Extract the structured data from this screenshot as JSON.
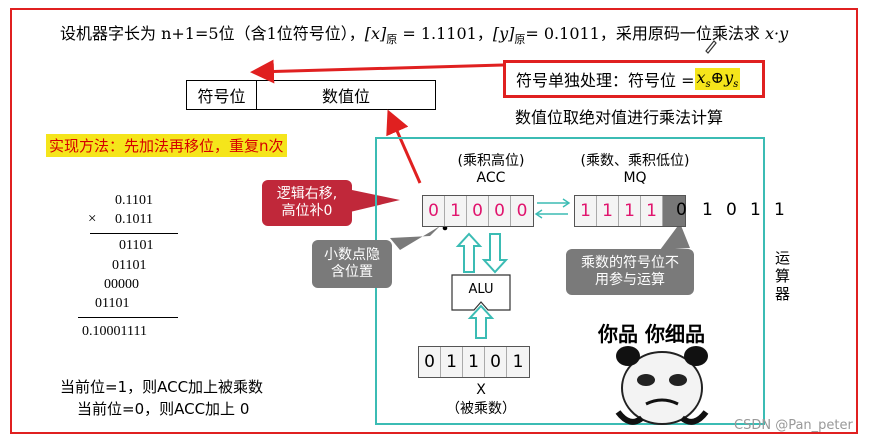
{
  "title": {
    "prefix": "设机器字长为 n+1=5位（含1位符号位），",
    "x_expr": "[x]",
    "x_sub": "原",
    "x_val": " = 1.1101，",
    "y_expr": "[y]",
    "y_sub": "原",
    "y_val": "= 0.1011，采用原码一位乘法求 ",
    "target": "x·y"
  },
  "sign": {
    "label": "符号单独处理：符号位 = ",
    "xs": "x",
    "xs_sub": "s",
    "op": "⊕",
    "ys": "y",
    "ys_sub": "s"
  },
  "magnitude_note": "数值位取绝对值进行乘法计算",
  "format": {
    "sign_cell": "符号位",
    "value_cell": "数值位"
  },
  "method": "实现方法：先加法再移位，重复n次",
  "calc": {
    "multiplicand": "0.1101",
    "multiplier_sign": "×",
    "multiplier": "0.1011",
    "partials": [
      "01101",
      "01101",
      "00000",
      "01101"
    ],
    "result": "0.10001111"
  },
  "rules": [
    "当前位=1，则ACC加上被乘数",
    "当前位=0，则ACC加上 0"
  ],
  "acc": {
    "title1": "(乘积高位)",
    "title2": "ACC",
    "cells": [
      "0",
      "1",
      "0",
      "0",
      "0"
    ]
  },
  "mq": {
    "title1": "(乘数、乘积低位)",
    "title2": "MQ",
    "cells": [
      "1",
      "1",
      "1",
      "1",
      ""
    ],
    "trailing": [
      "0",
      "1",
      "0",
      "1",
      "1"
    ]
  },
  "alu_label": "ALU",
  "x_reg": {
    "cells": [
      "0",
      "1",
      "1",
      "0",
      "1"
    ],
    "title1": "X",
    "title2": "（被乘数）"
  },
  "callouts": {
    "shift": [
      "逻辑右移,",
      "高位补0"
    ],
    "point": [
      "小数点隐",
      "含位置"
    ],
    "sign": [
      "乘数的符号位不",
      "用参与运算"
    ]
  },
  "unit_label": "运算器",
  "meme_text": "你品 你细品",
  "watermark": "CSDN @Pan_peter",
  "colors": {
    "frame": "#e02020",
    "alu_box": "#3bbcb4",
    "highlight": "#f5e51b",
    "bits": "#e0156e",
    "callout_red": "#c0283a",
    "callout_gray": "#7a7a7a"
  }
}
